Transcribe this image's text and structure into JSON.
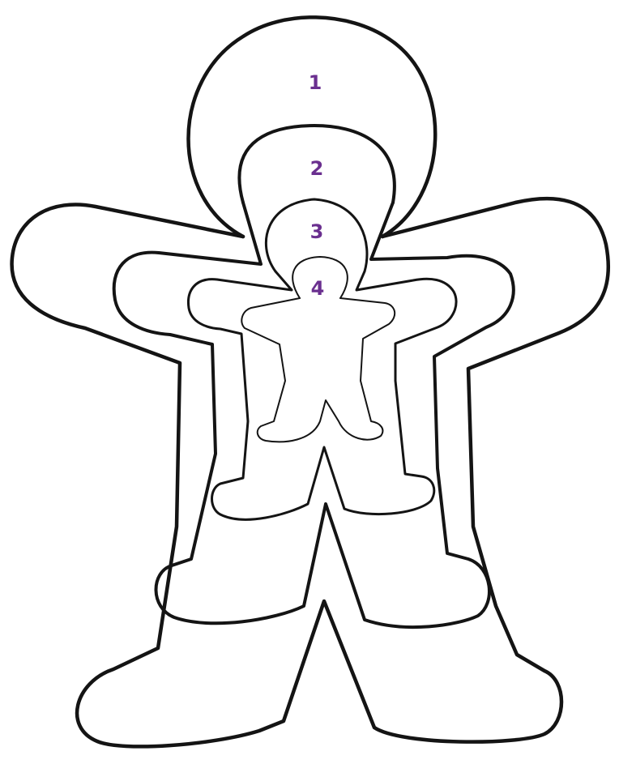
{
  "theme": {
    "outline_color": "#141414",
    "label_color": "#6a2f8f"
  },
  "figures": [
    {
      "id": "figure-1",
      "label": "1"
    },
    {
      "id": "figure-2",
      "label": "2"
    },
    {
      "id": "figure-3",
      "label": "3"
    },
    {
      "id": "figure-4",
      "label": "4"
    }
  ]
}
